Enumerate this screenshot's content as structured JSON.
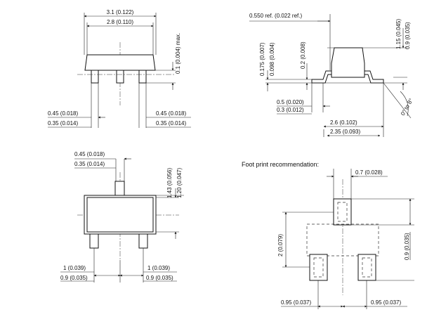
{
  "top_view": {
    "width_max": "3.1 (0.122)",
    "width_min": "2.8 (0.110)",
    "standoff": "0.1 (0.004) max.",
    "lead_left_max": "0.45 (0.018)",
    "lead_left_min": "0.35 (0.014)",
    "lead_right_max": "0.45 (0.018)",
    "lead_right_min": "0.35 (0.014)"
  },
  "side_view": {
    "ref": "0.550 ref. (0.022 ref.)",
    "height_max": "1.15 (0.045)",
    "height_min": "0.9 (0.035)",
    "thick_max": "0.175 (0.007)",
    "thick_min": "0.098 (0.004)",
    "foot": "0.2 (0.008)",
    "foot_len_max": "0.5 (0.020)",
    "foot_len_min": "0.3 (0.012)",
    "span_max": "2.6 (0.102)",
    "span_min": "2.35 (0.093)",
    "angle": "0° to 8°"
  },
  "bottom_view": {
    "lead_max": "0.45 (0.018)",
    "lead_min": "0.35 (0.014)",
    "body_max": "1.43 (0.056)",
    "body_min": "1.20 (0.047)",
    "pitch_left_max": "1 (0.039)",
    "pitch_left_min": "0.9 (0.035)",
    "pitch_right_max": "1 (0.039)",
    "pitch_right_min": "0.9 (0.035)"
  },
  "footprint": {
    "title": "Foot print recommendation:",
    "pad_width": "0.7 (0.028)",
    "height_total": "2 (0.079)",
    "pad_height": "0.9 (0.035)",
    "pitch_left": "0.95 (0.037)",
    "pitch_right": "0.95 (0.037)"
  }
}
